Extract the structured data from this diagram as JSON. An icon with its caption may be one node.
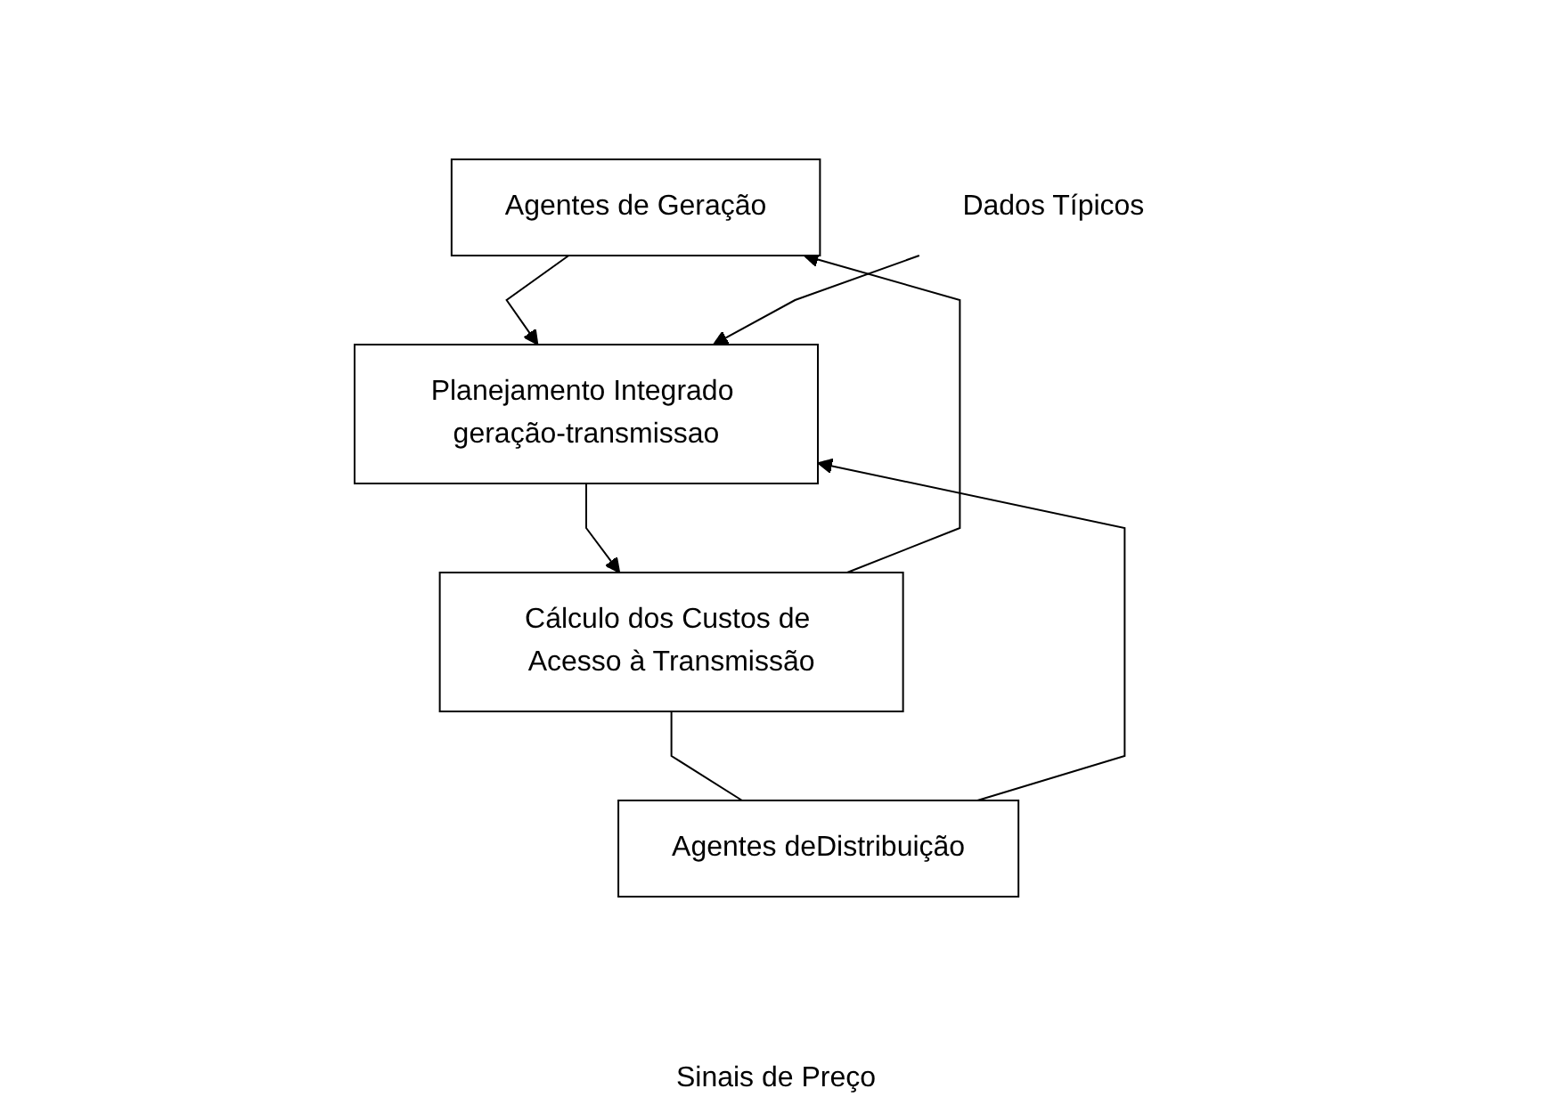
{
  "diagram": {
    "nodes": [
      {
        "text": [
          "Agentes de Geração"
        ]
      },
      {
        "text": [
          "Agentes deDistribuição"
        ]
      },
      {
        "text": [
          "Dados Típicos"
        ]
      },
      {
        "text": [
          "Planejamento Integrado geração-transmissao"
        ]
      },
      {
        "text": [
          "Cálculo dos Custos de Acesso à Transmissão"
        ]
      }
    ],
    "edges": [
      {
        "from": 0,
        "to": 3,
        "arrow": "to"
      },
      {
        "from": 1,
        "to": 3,
        "arrow": "to"
      },
      {
        "from": 2,
        "to": 3,
        "arrow": "to"
      },
      {
        "from": 3,
        "to": 4,
        "arrow": "to"
      },
      {
        "from": 4,
        "to": 0,
        "arrow": "to"
      },
      {
        "from": 4,
        "to": 1,
        "arrow": "none"
      }
    ],
    "labels": [
      "Sinais de Preço"
    ]
  }
}
